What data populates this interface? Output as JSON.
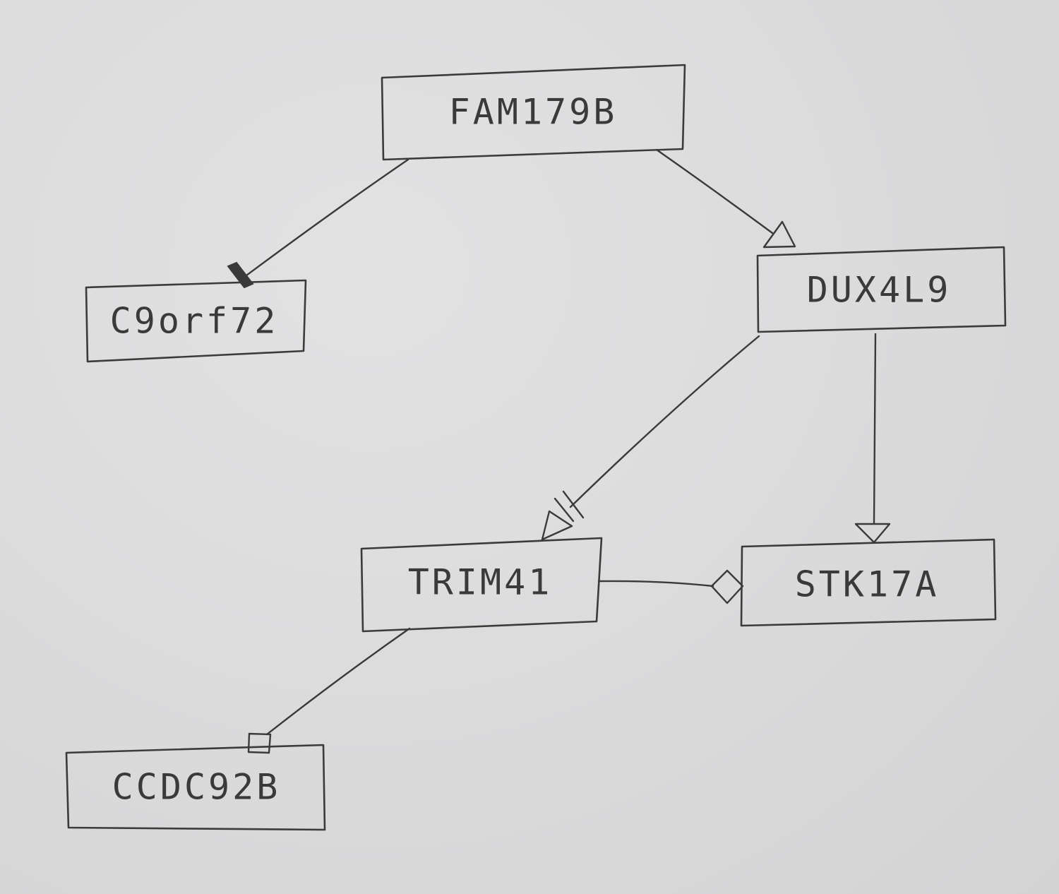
{
  "nodes": [
    {
      "id": "FAM179B",
      "label": "FAM179B"
    },
    {
      "id": "C9orf72",
      "label": "C9orf72"
    },
    {
      "id": "DUX4L9",
      "label": "DUX4L9"
    },
    {
      "id": "TRIM41",
      "label": "TRIM41"
    },
    {
      "id": "STK17A",
      "label": "STK17A"
    },
    {
      "id": "CCDC92B",
      "label": "CCDC92B"
    }
  ],
  "edges": [
    {
      "from": "FAM179B",
      "to": "C9orf72",
      "end_marker": "bar"
    },
    {
      "from": "FAM179B",
      "to": "DUX4L9",
      "end_marker": "open-triangle"
    },
    {
      "from": "DUX4L9",
      "to": "TRIM41",
      "end_marker": "double-bar-open-triangle"
    },
    {
      "from": "DUX4L9",
      "to": "STK17A",
      "end_marker": "open-triangle"
    },
    {
      "from": "TRIM41",
      "to": "STK17A",
      "end_marker": "open-diamond"
    },
    {
      "from": "TRIM41",
      "to": "CCDC92B",
      "end_marker": "open-square"
    }
  ],
  "colors": {
    "paper": "#dcdcdd",
    "pencil": "#3a3a3a"
  }
}
